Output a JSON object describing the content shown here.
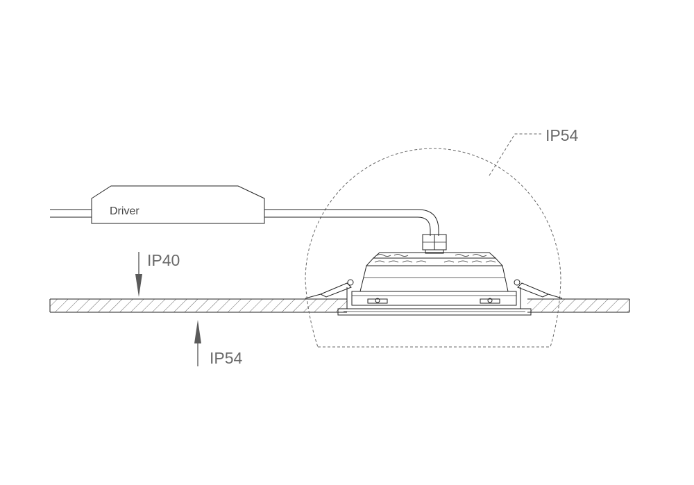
{
  "labels": {
    "driver": "Driver",
    "ip_top_right": "IP54",
    "ip_above_ceiling": "IP40",
    "ip_below_ceiling": "IP54"
  }
}
